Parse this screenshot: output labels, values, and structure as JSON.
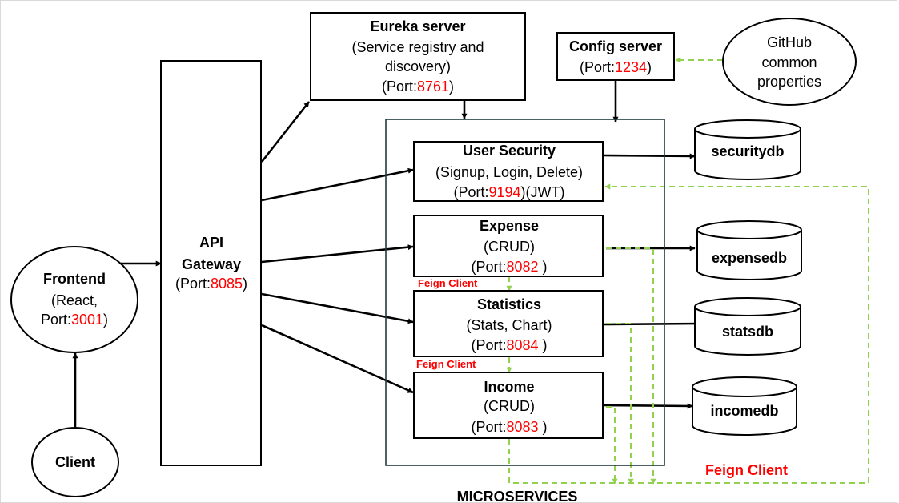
{
  "colors": {
    "port_highlight": "#ff0000",
    "feign_label": "#ff0000",
    "dashed_link": "#92d050",
    "microservices_border": "#1f3b3b",
    "stroke": "#000000"
  },
  "client": {
    "label": "Client"
  },
  "frontend": {
    "title": "Frontend",
    "line1": "(React,",
    "port_prefix": "Port:",
    "port": "3001",
    "port_suffix": ")"
  },
  "gateway": {
    "line1": "API",
    "line2": "Gateway",
    "port_prefix": "(Port:",
    "port": "8085",
    "port_suffix": ")"
  },
  "eureka": {
    "title": "Eureka server",
    "line1": "(Service registry and",
    "line2": "discovery)",
    "port_prefix": "(Port:",
    "port": "8761",
    "port_suffix": ")"
  },
  "config": {
    "title": "Config server",
    "port_prefix": "(Port:",
    "port": "1234",
    "port_suffix": ")"
  },
  "github": {
    "line1": "GitHub",
    "line2": "common",
    "line3": "properties"
  },
  "services": {
    "user_security": {
      "title": "User Security",
      "line1": "(Signup, Login, Delete)",
      "port_prefix": "(Port:",
      "port": "9194",
      "port_suffix": ")(JWT)"
    },
    "expense": {
      "title": "Expense",
      "line1": "(CRUD)",
      "port_prefix": "(Port:",
      "port": "8082",
      "port_suffix": " )"
    },
    "statistics": {
      "title": "Statistics",
      "line1": "(Stats, Chart)",
      "port_prefix": "(Port:",
      "port": "8084",
      "port_suffix": " )"
    },
    "income": {
      "title": "Income",
      "line1": "(CRUD)",
      "port_prefix": "(Port:",
      "port": "8083",
      "port_suffix": " )"
    }
  },
  "databases": {
    "security": "securitydb",
    "expense": "expensedb",
    "stats": "statsdb",
    "income": "incomedb"
  },
  "feign_labels": {
    "expense_statistics": "Feign Client",
    "statistics_income": "Feign Client",
    "bottom": "Feign Client"
  },
  "microservices_label": "MICROSERVICES"
}
